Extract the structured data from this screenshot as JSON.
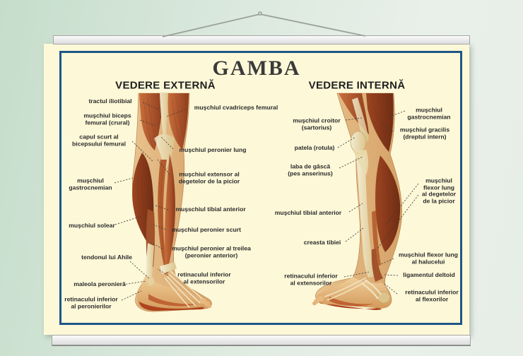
{
  "wall_chart": {
    "title": "GAMBA",
    "views": {
      "external": {
        "heading": "VEDERE EXTERNĂ",
        "left_labels": [
          "tractul iliotibial",
          "muşchiul biceps\nfemural (crural)",
          "capul scurt al\nbicepsului femural",
          "muşchiul\ngastrocnemian",
          "muşchiul solear",
          "tendonul lui Ahile",
          "maleola peronieră",
          "retinaculul inferior\nal peronierilor"
        ],
        "right_labels": [
          "muşchiul cvadriceps femural",
          "muşchiul peronier lung",
          "muşchiul extensor al\ndegetelor de la picior",
          "muşschiul tibial anterior",
          "muşchiul peronier scurt",
          "muşchiul peronier al treilea\n(peronier anterior)",
          "retinaculul inferior\nal extensorilor"
        ]
      },
      "internal": {
        "heading": "VEDERE INTERNĂ",
        "left_labels": [
          "muşchiul croitor\n(sartorius)",
          "patela (rotula)",
          "laba de gâscă\n(pes anserinus)",
          "muşchiul tibial anterior",
          "creasta tibiei",
          "retinaculul inferior\nal extensorilor"
        ],
        "right_labels": [
          "muşchiul\ngastrocnemian",
          "muşchiul gracilis\n(dreptul intern)",
          "muşchiul\nflexor lung\nal degetelor\nde la picior",
          "muşchiul flexor lung\nal halucelui",
          "ligamentul deltoid",
          "retinaculul inferior\nal flexorilor"
        ]
      }
    },
    "colors": {
      "frame_blue": "#1e5688",
      "poster_cream": "#fdf8d8",
      "wall_green": "#c6ddcb",
      "muscle_red": "#9c4520",
      "tendon_cream": "#ece0ba"
    }
  }
}
